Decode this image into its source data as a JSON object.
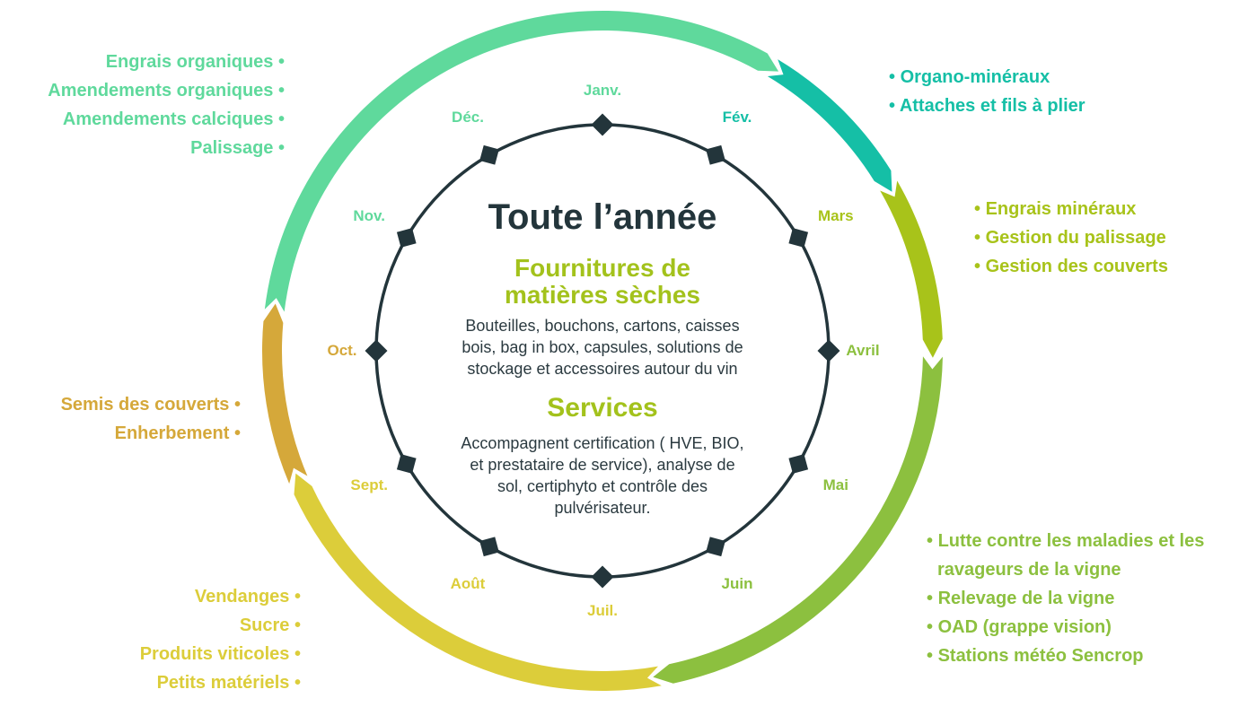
{
  "center": {
    "title": "Toute l’année",
    "section1_title_line1": "Fournitures de",
    "section1_title_line2": "matières sèches",
    "section1_body": [
      "Bouteilles, bouchons, cartons, caisses",
      "bois, bag in box, capsules, solutions de",
      "stockage et accessoires autour du vin"
    ],
    "section2_title": "Services",
    "section2_body": [
      "Accompagnent certification ( HVE, BIO,",
      "et prestataire de service), analyse de",
      "sol, certiphyto et contrôle des",
      "pulvérisateur."
    ]
  },
  "months": [
    "Janv.",
    "Fév.",
    "Mars",
    "Avril",
    "Mai",
    "Juin",
    "Juil.",
    "Août",
    "Sept.",
    "Oct.",
    "Nov.",
    "Déc."
  ],
  "colors": {
    "mint": "#5fd99c",
    "teal": "#15bfa6",
    "lime": "#a8c31a",
    "green": "#8cc03f",
    "yellow": "#dccd3a",
    "ochre": "#d5a83a",
    "dark": "#23353b"
  },
  "groups": {
    "top_left": [
      "Engrais organiques",
      "Amendements organiques",
      "Amendements calciques",
      "Palissage"
    ],
    "top_right": [
      "Organo-minéraux",
      "Attaches et fils à plier"
    ],
    "right": [
      "Engrais minéraux",
      "Gestion du palissage",
      "Gestion des couverts"
    ],
    "left": [
      "Semis des couverts",
      "Enherbement"
    ],
    "bottom_right": [
      "Lutte contre les maladies et les",
      "ravageurs de la vigne",
      "Relevage de la vigne",
      "OAD (grappe vision)",
      "Stations météo Sencrop"
    ],
    "bottom_left": [
      "Vendanges",
      "Sucre",
      "Produits viticoles",
      "Petits matériels"
    ]
  },
  "bullet": "•"
}
